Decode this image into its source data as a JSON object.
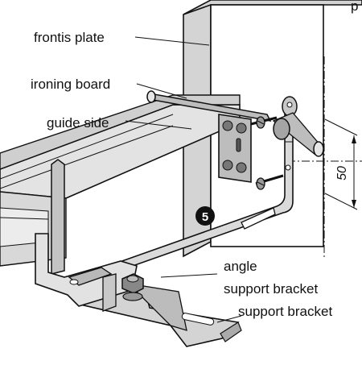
{
  "labels": {
    "frontis_plate": "frontis plate",
    "ironing_board": "ironing board",
    "guide_side": "guide side",
    "angle_support_bracket_line1": "angle",
    "angle_support_bracket_line2": "support bracket",
    "support_bracket": "support bracket",
    "dimension": "50",
    "step_number": "5",
    "corner_partial": "p"
  },
  "colors": {
    "stroke": "#111111",
    "light_fill": "#e6e6e6",
    "mid_fill": "#c8c8c8",
    "dark_fill": "#8a8a8a",
    "step_badge": "#111111"
  }
}
